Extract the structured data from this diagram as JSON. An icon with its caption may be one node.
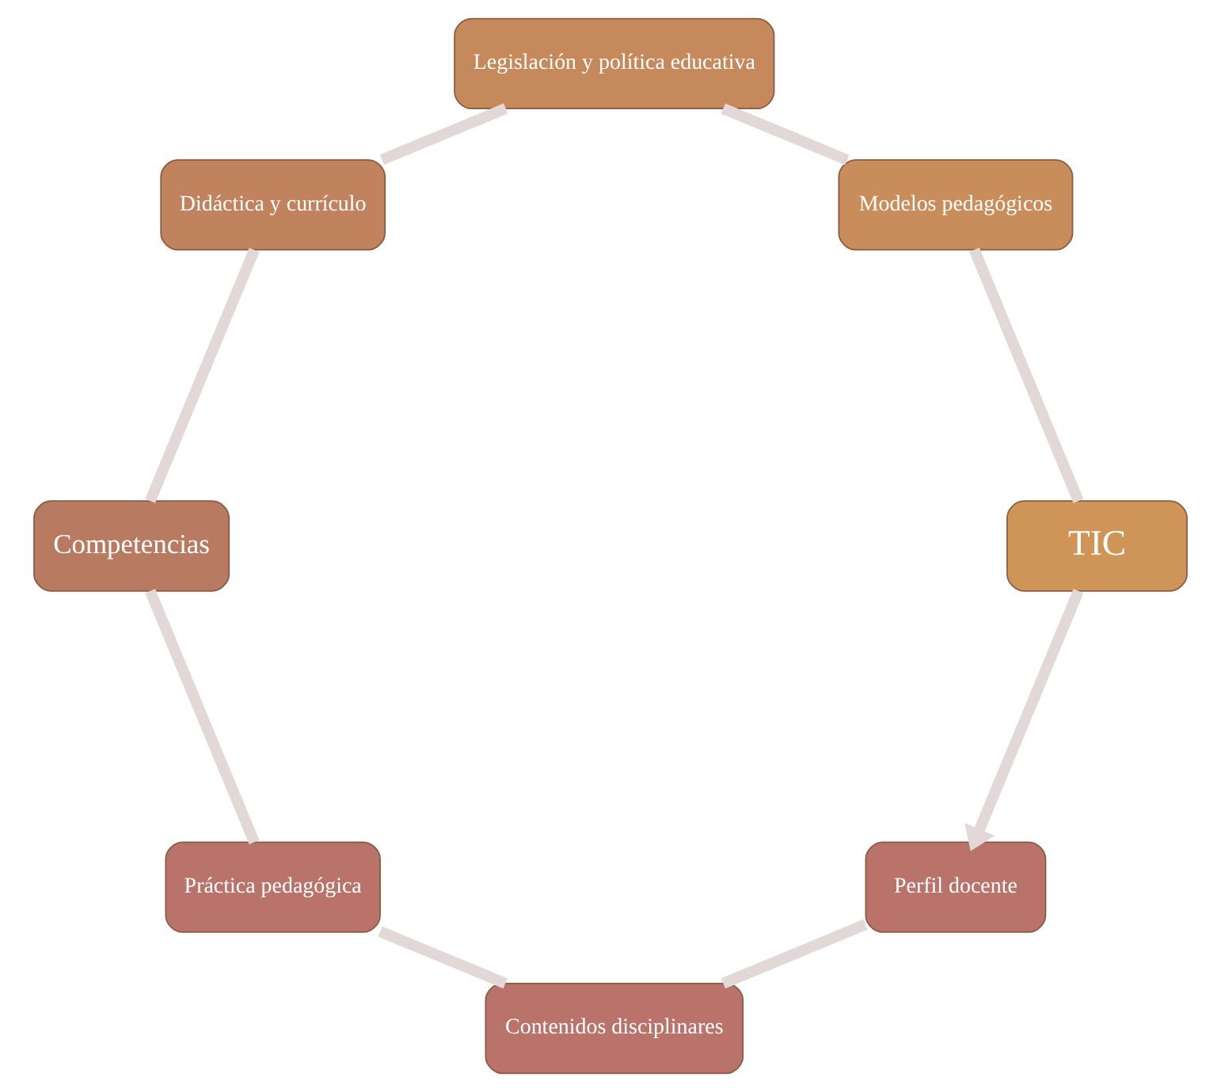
{
  "diagram": {
    "nodes": [
      {
        "text": [
          "Perfil docente"
        ]
      },
      {
        "text": [
          "Contenidos disciplinares"
        ]
      },
      {
        "text": [
          "Práctica pedagógica"
        ]
      },
      {
        "text": [
          "Competencias"
        ]
      },
      {
        "text": [
          "Didáctica y currículo"
        ]
      },
      {
        "text": [
          "Legislación y política educativa"
        ]
      },
      {
        "text": [
          "Modelos pedagógicos"
        ]
      },
      {
        "text": [
          "TIC"
        ]
      }
    ],
    "edges": [
      {
        "from": 0,
        "to": 1,
        "arrow": "none"
      },
      {
        "from": 1,
        "to": 2,
        "arrow": "none"
      },
      {
        "from": 2,
        "to": 3,
        "arrow": "none"
      },
      {
        "from": 3,
        "to": 4,
        "arrow": "none"
      },
      {
        "from": 4,
        "to": 5,
        "arrow": "none"
      },
      {
        "from": 5,
        "to": 6,
        "arrow": "none"
      },
      {
        "from": 6,
        "to": 7,
        "arrow": "none"
      },
      {
        "from": 7,
        "to": 0,
        "arrow": "to"
      }
    ]
  }
}
